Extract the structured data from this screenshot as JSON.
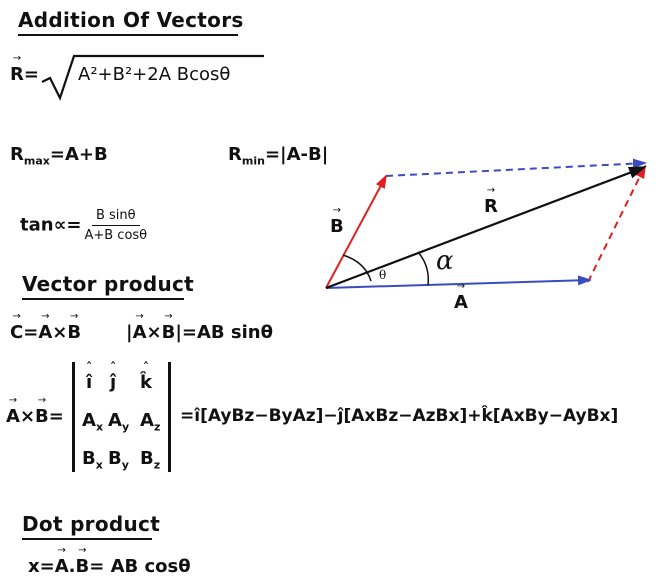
{
  "addition": {
    "title": "Addition Of Vectors",
    "r_symbol": "R",
    "eq_sign": "=",
    "radicand": "A²+B²+2A Bcosθ"
  },
  "rmax": {
    "symbol": "R",
    "sub": "max",
    "rhs": "=A+B"
  },
  "rmin": {
    "symbol": "R",
    "sub": "min",
    "rhs": "=|A-B|"
  },
  "tan": {
    "lhs": "tan∝=",
    "numerator": "B sinθ",
    "denominator": "A+B cosθ"
  },
  "vector_product": {
    "title": "Vector product",
    "c_symbol": "C",
    "eq1": "=",
    "a_symbol": "A",
    "cross": "×",
    "b_symbol": "B",
    "mag_open": "|",
    "mag_close": "|=AB sinθ",
    "cross_lhs_eq": "=",
    "matrix": {
      "row1": [
        "î",
        "ĵ",
        "k̂"
      ],
      "row2": [
        "A",
        "A",
        "A"
      ],
      "row2_subs": [
        "x",
        "y",
        "z"
      ],
      "row3": [
        "B",
        "B",
        "B"
      ],
      "row3_subs": [
        "x",
        "y",
        "z"
      ]
    },
    "expansion": "=î[AyBz−ByAz]−ĵ[AxBz−AzBx]+k̂[AxBy−AyBx]"
  },
  "dot_product": {
    "title": "Dot product",
    "lhs": "x=",
    "a_symbol": "A",
    "dot": ".",
    "b_symbol": "B",
    "rhs": "= AB cosθ"
  },
  "diagram": {
    "label_b": "B",
    "label_r": "R",
    "label_a": "A",
    "label_theta": "θ",
    "label_alpha": "α",
    "colors": {
      "a": "#3b4cc0",
      "b": "#e02020",
      "r": "#111111"
    }
  }
}
